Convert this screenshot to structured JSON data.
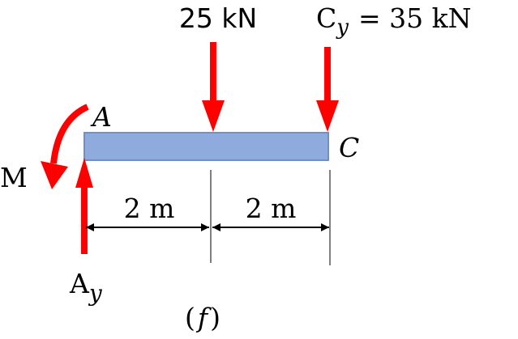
{
  "diagram": {
    "loads": {
      "mid_load_label": "25 kN",
      "end_load_name": "C",
      "end_load_subscript": "y",
      "end_load_value": "= 35 kN"
    },
    "points": {
      "left_label": "A",
      "right_label": "C"
    },
    "reactions": {
      "moment_label": "M",
      "vertical_name": "A",
      "vertical_subscript": "y"
    },
    "dimensions": {
      "first_span": "2 m",
      "second_span": "2 m"
    },
    "caption": {
      "open": "(",
      "letter": "f",
      "close": ")"
    },
    "colors": {
      "beam_fill": "#8faadc",
      "beam_stroke": "#6f8fc8",
      "force": "#ff0000",
      "line": "#000000"
    }
  }
}
